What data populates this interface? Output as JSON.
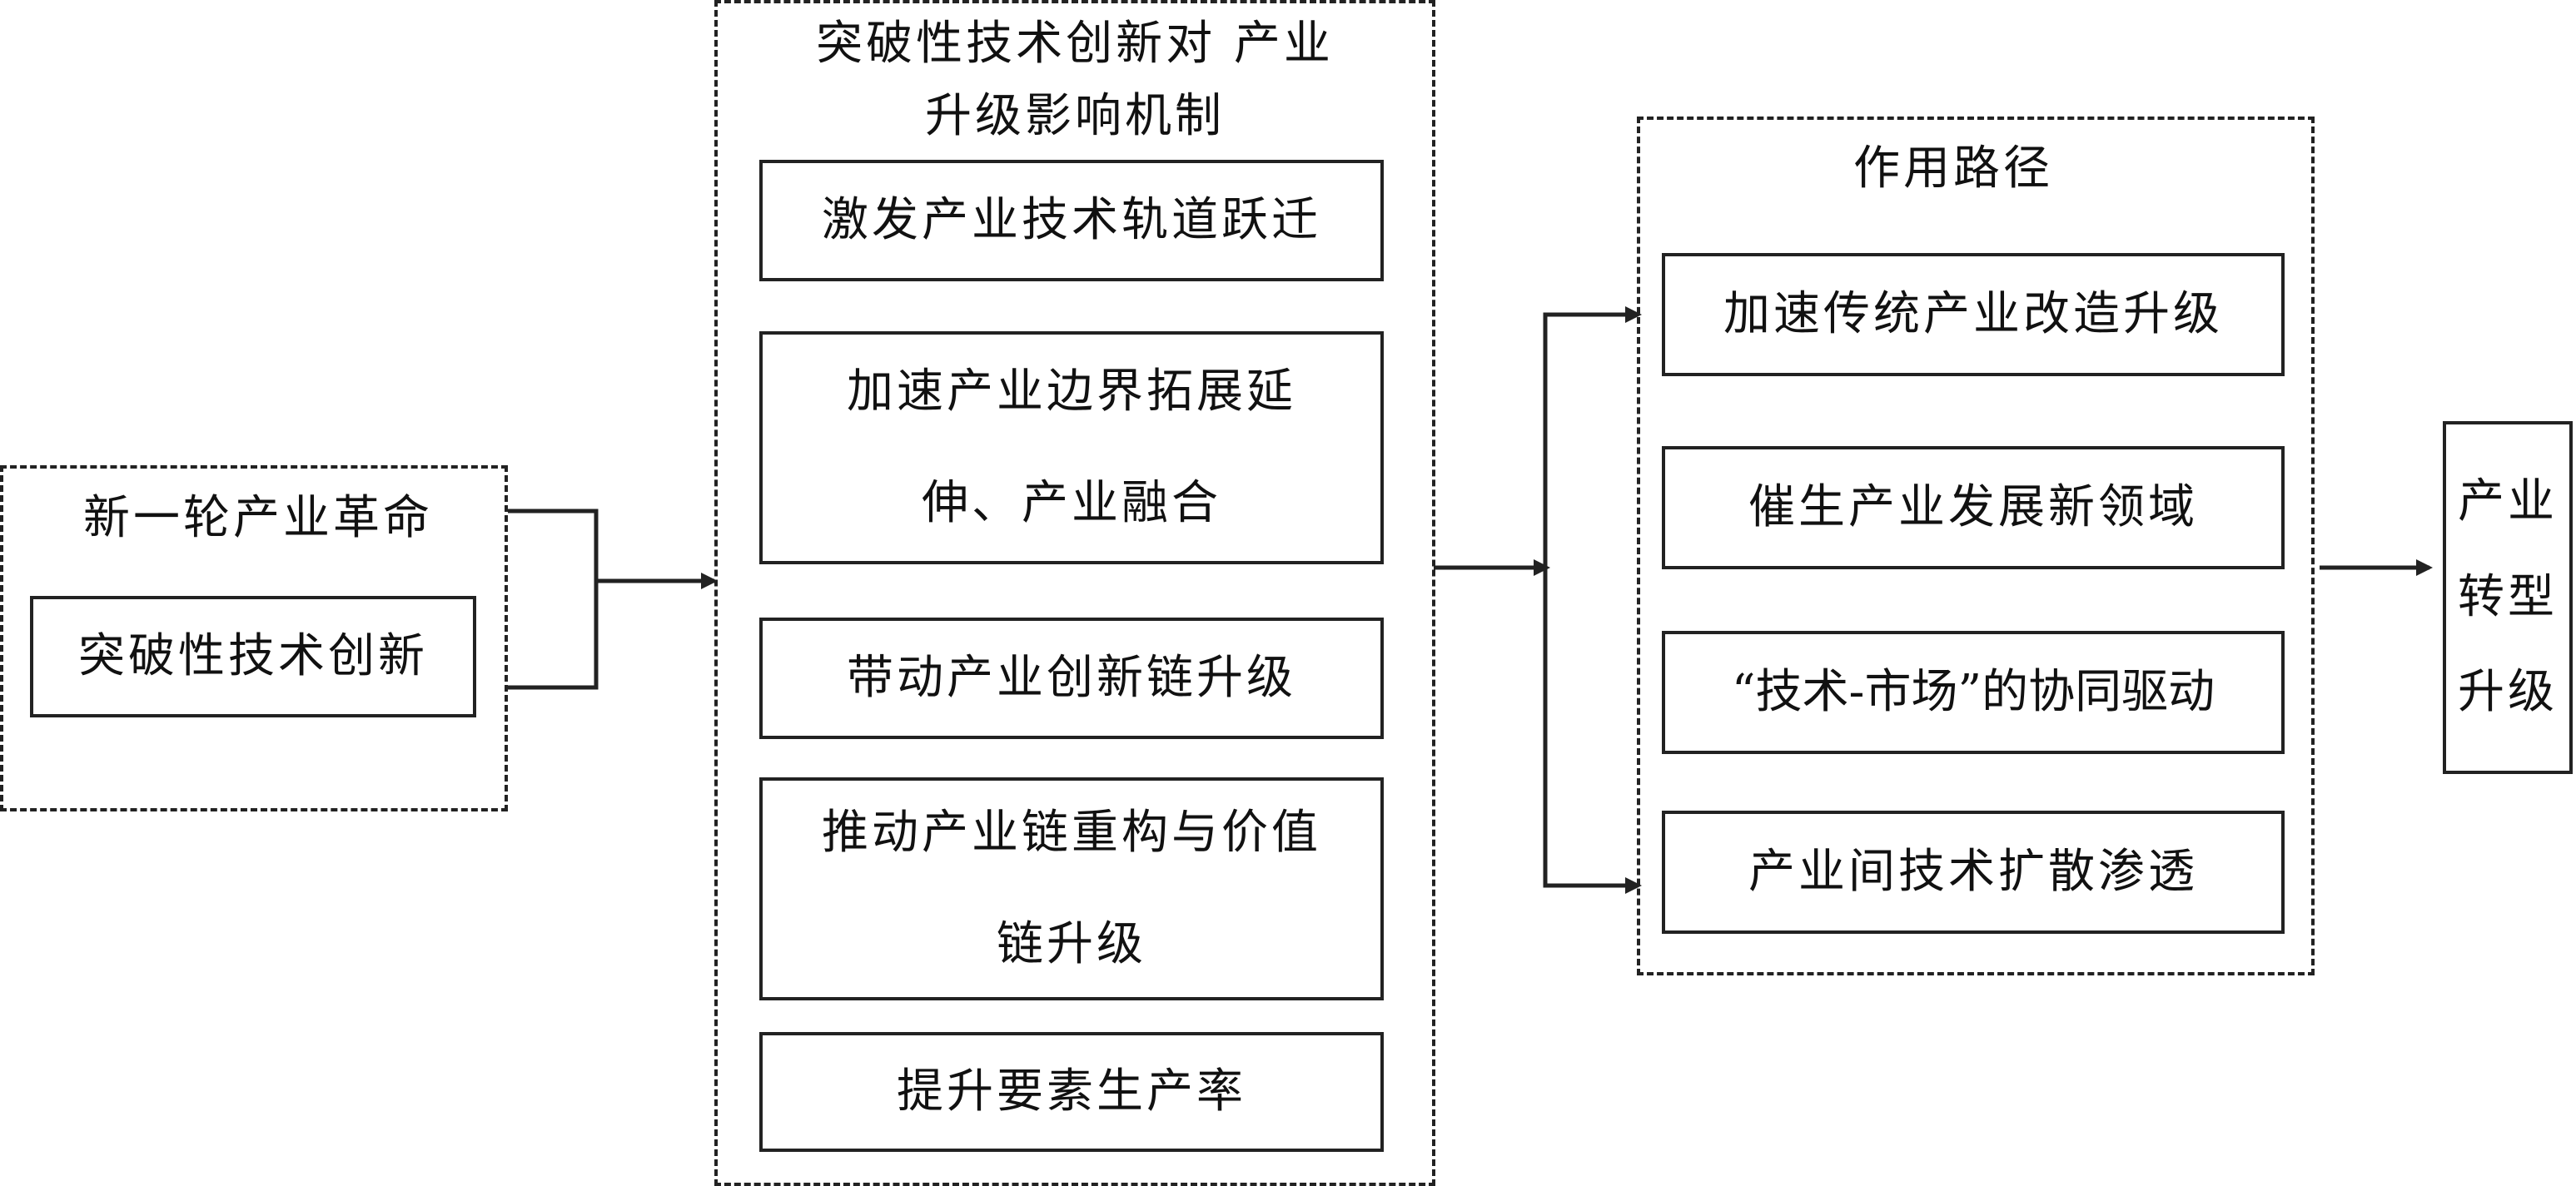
{
  "left_group": {
    "title": "新一轮产业革命",
    "box": "突破性技术创新"
  },
  "mechanism_group": {
    "title_line1": "突破性技术创新对 产业",
    "title_line2": "升级影响机制",
    "items": [
      "激发产业技术轨道跃迁",
      "加速产业边界拓展延伸、产业融合",
      "带动产业创新链升级",
      "推动产业链重构与价值链升级",
      "提升要素生产率"
    ],
    "items_display": [
      [
        "激发产业技术轨道跃迁"
      ],
      [
        "加速产业边界拓展延",
        "伸、产业融合"
      ],
      [
        "带动产业创新链升级"
      ],
      [
        "推动产业链重构与价值",
        "链升级"
      ],
      [
        "提升要素生产率"
      ]
    ]
  },
  "path_group": {
    "title": "作用路径",
    "items": [
      "加速传统产业改造升级",
      "催生产业发展新领域",
      "“技术-市场”的协同驱动",
      "产业间技术扩散渗透"
    ]
  },
  "result": {
    "lines": [
      "产业",
      "转型",
      "升级"
    ]
  }
}
